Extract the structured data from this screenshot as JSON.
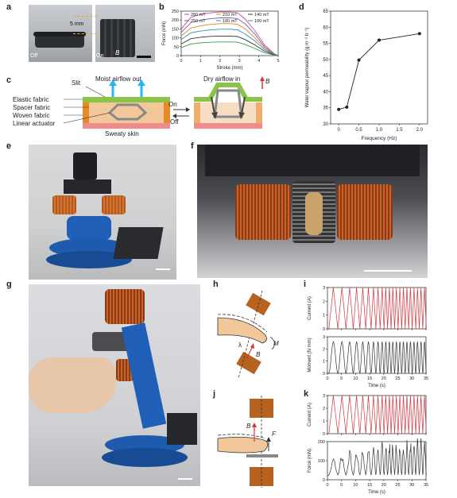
{
  "panels": {
    "a": "a",
    "b": "b",
    "c": "c",
    "d": "d",
    "e": "e",
    "f": "f",
    "g": "g",
    "h": "h",
    "i": "i",
    "j": "j",
    "k": "k"
  },
  "panel_a": {
    "dimension": "5 mm",
    "off": "Off",
    "on": "On",
    "field": "B"
  },
  "panel_c": {
    "slit": "Slit",
    "moist": "Moist airflow out",
    "dry": "Dry airflow in",
    "field": "B",
    "elastic": "Elastic fabric",
    "spacer": "Spacer fabric",
    "woven": "Woven fabric",
    "actuator": "Linear actuator",
    "skin": "Sweaty skin",
    "on": "On",
    "off": "Off"
  },
  "panel_h": {
    "M": "M",
    "B": "B",
    "lambda": "λ"
  },
  "panel_j": {
    "B": "B",
    "F": "F"
  },
  "charts": {
    "b": {
      "type": "line",
      "xlabel": "Stroke (mm)",
      "ylabel": "Force (mN)",
      "xlim": [
        0,
        5
      ],
      "ylim": [
        0,
        250
      ],
      "xticks": [
        "0",
        "1",
        "2",
        "3",
        "4",
        "5"
      ],
      "yticks": [
        "0",
        "50",
        "100",
        "150",
        "200",
        "250"
      ],
      "series": [
        {
          "name": "280 mT",
          "color": "#c64a9a",
          "values": [
            [
              0,
              150
            ],
            [
              0.5,
              215
            ],
            [
              1,
              232
            ],
            [
              1.5,
              240
            ],
            [
              2,
              245
            ],
            [
              2.5,
              245
            ],
            [
              2.9,
              240
            ],
            [
              3.3,
              205
            ],
            [
              3.8,
              140
            ],
            [
              4.3,
              60
            ],
            [
              4.8,
              10
            ],
            [
              5,
              0
            ]
          ]
        },
        {
          "name": "250 mT",
          "color": "#7a5fb0",
          "values": [
            [
              0,
              130
            ],
            [
              0.5,
              185
            ],
            [
              1,
              200
            ],
            [
              1.5,
              207
            ],
            [
              2,
              212
            ],
            [
              2.5,
              212
            ],
            [
              2.9,
              208
            ],
            [
              3.3,
              178
            ],
            [
              3.8,
              120
            ],
            [
              4.3,
              50
            ],
            [
              4.8,
              8
            ],
            [
              5,
              0
            ]
          ]
        },
        {
          "name": "210 mT",
          "color": "#d88a1e",
          "values": [
            [
              0,
              110
            ],
            [
              0.5,
              155
            ],
            [
              1,
              168
            ],
            [
              1.5,
              175
            ],
            [
              2,
              180
            ],
            [
              2.5,
              180
            ],
            [
              2.9,
              176
            ],
            [
              3.3,
              150
            ],
            [
              3.8,
              100
            ],
            [
              4.3,
              42
            ],
            [
              4.8,
              6
            ],
            [
              5,
              0
            ]
          ]
        },
        {
          "name": "180 mT",
          "color": "#2d8fb8",
          "values": [
            [
              0,
              90
            ],
            [
              0.5,
              128
            ],
            [
              1,
              138
            ],
            [
              1.5,
              144
            ],
            [
              2,
              148
            ],
            [
              2.5,
              148
            ],
            [
              2.9,
              145
            ],
            [
              3.3,
              122
            ],
            [
              3.8,
              82
            ],
            [
              4.3,
              34
            ],
            [
              4.8,
              5
            ],
            [
              5,
              0
            ]
          ]
        },
        {
          "name": "140 mT",
          "color": "#333333",
          "values": [
            [
              0,
              65
            ],
            [
              0.5,
              95
            ],
            [
              1,
              103
            ],
            [
              1.5,
              108
            ],
            [
              2,
              110
            ],
            [
              2.5,
              110
            ],
            [
              2.9,
              107
            ],
            [
              3.3,
              90
            ],
            [
              3.8,
              60
            ],
            [
              4.3,
              25
            ],
            [
              4.8,
              4
            ],
            [
              5,
              0
            ]
          ]
        },
        {
          "name": "100 mT",
          "color": "#3b9b47",
          "values": [
            [
              0,
              45
            ],
            [
              0.5,
              65
            ],
            [
              1,
              72
            ],
            [
              1.5,
              75
            ],
            [
              2,
              77
            ],
            [
              2.5,
              77
            ],
            [
              2.9,
              75
            ],
            [
              3.3,
              62
            ],
            [
              3.8,
              40
            ],
            [
              4.3,
              16
            ],
            [
              4.8,
              3
            ],
            [
              5,
              0
            ]
          ]
        }
      ],
      "legend_order": [
        "280 mT",
        "210 mT",
        "140 mT",
        "250 mT",
        "180 mT",
        "100 mT"
      ]
    },
    "d": {
      "type": "line",
      "xlabel": "Frequency (Hz)",
      "ylabel": "Water vapour permeability (g m⁻² h⁻¹)",
      "xlim": [
        -0.2,
        2.2
      ],
      "ylim": [
        30,
        65
      ],
      "xticks": [
        "0",
        "0.5",
        "1.0",
        "1.5",
        "2.0"
      ],
      "yticks": [
        "30",
        "35",
        "40",
        "45",
        "50",
        "55",
        "60",
        "65"
      ],
      "x": [
        0,
        0.2,
        0.5,
        1.0,
        2.0
      ],
      "y": [
        34.5,
        35.2,
        49.8,
        56,
        58
      ]
    },
    "i_current": {
      "type": "line",
      "ylabel": "Current (A)",
      "xlim": [
        0,
        35
      ],
      "ylim": [
        0,
        3
      ],
      "yticks": [
        "0",
        "1",
        "2",
        "3"
      ],
      "color": "#d9323c"
    },
    "i_moment": {
      "type": "line",
      "ylabel": "Moment (N mm)",
      "xlabel": "Time (s)",
      "xlim": [
        0,
        35
      ],
      "ylim": [
        0,
        3
      ],
      "yticks": [
        "0",
        "1",
        "2",
        "3"
      ],
      "xticks": [
        "0",
        "5",
        "10",
        "15",
        "20",
        "25",
        "30",
        "35"
      ],
      "color": "#333333"
    },
    "k_current": {
      "type": "line",
      "ylabel": "Current (A)",
      "xlim": [
        0,
        35
      ],
      "ylim": [
        0,
        3
      ],
      "yticks": [
        "0",
        "1",
        "2",
        "3"
      ],
      "color": "#d9323c"
    },
    "k_force": {
      "type": "line",
      "ylabel": "Force (mN)",
      "xlabel": "Time (s)",
      "xlim": [
        0,
        35
      ],
      "ylim": [
        0,
        200
      ],
      "yticks": [
        "0",
        "100",
        "200"
      ],
      "xticks": [
        "0",
        "5",
        "10",
        "15",
        "20",
        "25",
        "30",
        "35"
      ],
      "color": "#333333"
    }
  },
  "chart_data": [
    {
      "type": "line",
      "title": "",
      "xlabel": "Stroke (mm)",
      "ylabel": "Force (mN)",
      "xlim": [
        0,
        5
      ],
      "ylim": [
        0,
        250
      ],
      "series": [
        {
          "name": "280 mT"
        },
        {
          "name": "250 mT"
        },
        {
          "name": "210 mT"
        },
        {
          "name": "180 mT"
        },
        {
          "name": "140 mT"
        },
        {
          "name": "100 mT"
        }
      ]
    },
    {
      "type": "line",
      "xlabel": "Frequency (Hz)",
      "ylabel": "Water vapour permeability (g m⁻² h⁻¹)",
      "x": [
        0,
        0.2,
        0.5,
        1.0,
        2.0
      ],
      "y": [
        34.5,
        35.2,
        49.8,
        56,
        58
      ]
    }
  ]
}
